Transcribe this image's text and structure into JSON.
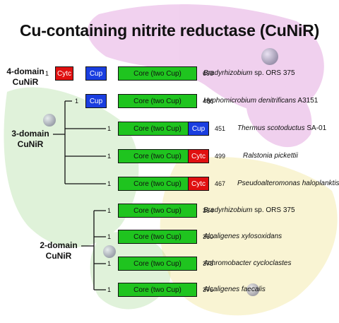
{
  "title": "Cu-containing nitrite reductase (CuNiR)",
  "colors": {
    "cytc": "#e01010",
    "cup": "#1a3ee0",
    "core": "#1fc41f"
  },
  "groups": [
    {
      "label_line1": "4-domain",
      "label_line2": "CuNiR"
    },
    {
      "label_line1": "3-domain",
      "label_line2": "CuNiR"
    },
    {
      "label_line1": "2-domain",
      "label_line2": "CuNiR"
    }
  ],
  "rows": [
    {
      "start": "1",
      "end": "698",
      "domains": [
        {
          "type": "cytc",
          "label": "Cytc"
        },
        {
          "type": "cup",
          "label": "Cup"
        },
        {
          "type": "core",
          "label": "Core (two Cup)"
        }
      ],
      "species_italic": "Bradyrhizobium",
      "species_rest": " sp. ORS 375"
    },
    {
      "start": "1",
      "end": "486",
      "domains": [
        {
          "type": "cup",
          "label": "Cup"
        },
        {
          "type": "core",
          "label": "Core (two Cup)"
        }
      ],
      "species_italic": "Hyphomicrobium denitrificans",
      "species_rest": " A3151"
    },
    {
      "start": "1",
      "end": "451",
      "domains": [
        {
          "type": "core",
          "label": "Core (two Cup)"
        },
        {
          "type": "cup",
          "label": "Cup"
        }
      ],
      "species_italic": "Thermus scotoductus",
      "species_rest": " SA-01"
    },
    {
      "start": "1",
      "end": "499",
      "domains": [
        {
          "type": "core",
          "label": "Core (two Cup)"
        },
        {
          "type": "cytc",
          "label": "Cytc"
        }
      ],
      "species_italic": "Ralstonia pickettii",
      "species_rest": ""
    },
    {
      "start": "1",
      "end": "467",
      "domains": [
        {
          "type": "core",
          "label": "Core (two Cup)"
        },
        {
          "type": "cytc",
          "label": "Cytc"
        }
      ],
      "species_italic": "Pseudoalteromonas haloplanktis",
      "species_rest": ""
    },
    {
      "start": "1",
      "end": "364",
      "domains": [
        {
          "type": "core",
          "label": "Core (two Cup)"
        }
      ],
      "species_italic": "Bradyrhizobium",
      "species_rest": " sp. ORS 375"
    },
    {
      "start": "1",
      "end": "360",
      "domains": [
        {
          "type": "core",
          "label": "Core (two Cup)"
        }
      ],
      "species_italic": "Alcaligenes xylosoxidans",
      "species_rest": ""
    },
    {
      "start": "1",
      "end": "378",
      "domains": [
        {
          "type": "core",
          "label": "Core (two Cup)"
        }
      ],
      "species_italic": "Achromobacter cycloclastes",
      "species_rest": ""
    },
    {
      "start": "1",
      "end": "376",
      "domains": [
        {
          "type": "core",
          "label": "Core (two Cup)"
        }
      ],
      "species_italic": "Alcaligenes faecalis",
      "species_rest": ""
    }
  ]
}
